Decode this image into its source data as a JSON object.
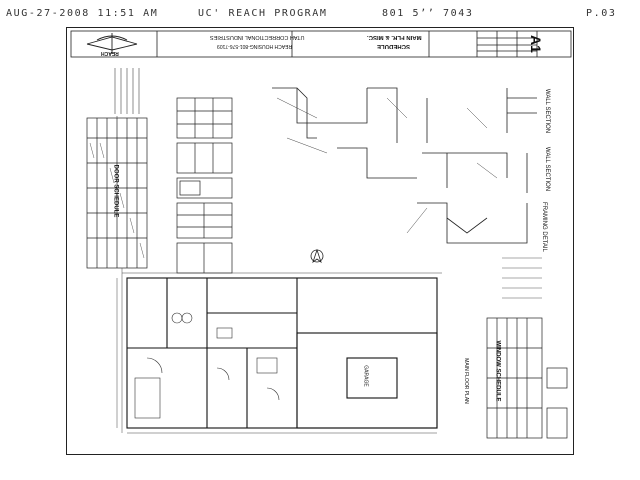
{
  "fax": {
    "date_time": "AUG-27-2008 11:51 AM",
    "sender": "UC' REACH PROGRAM",
    "phone": "801 5ʼʼ 7043",
    "page": "P.03"
  },
  "title_block": {
    "sheet_number": "A1",
    "sheet_title_1": "MAIN FLR. & MISC.",
    "sheet_title_2": "SCHEDULE",
    "company_1": "UTAH CORRECTIONAL INDUSTRIES",
    "company_2": "REACH HOUSING-801-576-7109",
    "logo_text": "REACH"
  },
  "drawing_labels": {
    "wall_section_1": "WALL SECTION",
    "wall_section_2": "WALL SECTION",
    "framing_detail": "FRAMING DETAIL",
    "door_schedule": "DOOR SCHEDULE",
    "window_schedule": "WINDOW SCHEDULE",
    "main_floor_plan": "MAIN FLOOR PLAN",
    "garage": "GARAGE"
  }
}
